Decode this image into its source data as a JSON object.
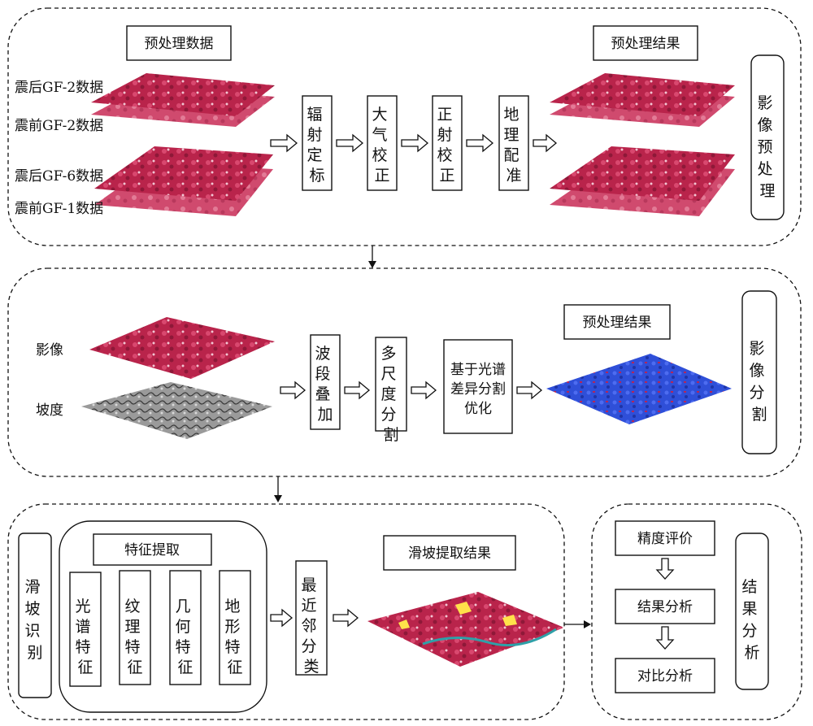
{
  "stage1": {
    "header": "预处理数据",
    "inputs": [
      "震后GF-2数据",
      "震前GF-2数据",
      "震后GF-6数据",
      "震前GF-1数据"
    ],
    "steps": [
      "辐射定标",
      "大气校正",
      "正射校正",
      "地理配准"
    ],
    "result": "预处理结果",
    "side": "影像预处理"
  },
  "stage2": {
    "inputs": [
      "影像",
      "坡度"
    ],
    "steps": [
      "波段叠加",
      "多尺度分割"
    ],
    "optimize": [
      "基于光谱",
      "差异分割",
      "优化"
    ],
    "result": "预处理结果",
    "side": "影像分割"
  },
  "stage3": {
    "side": "滑坡识别",
    "feature_header": "特征提取",
    "features": [
      "光谱特征",
      "纹理特征",
      "几何特征",
      "地形特征"
    ],
    "classifier": "最近邻分类",
    "result": "滑坡提取结果"
  },
  "stage4": {
    "steps": [
      "精度评价",
      "结果分析",
      "对比分析"
    ],
    "side": "结果分析"
  },
  "colors": {
    "false_color": "#c0284f",
    "false_color_light": "#e05a7c",
    "segmentation": "#2f4fd8",
    "water": "#2ea0a8",
    "slope_gray": "#8a8a8a",
    "landslide": "#ffe24a"
  }
}
